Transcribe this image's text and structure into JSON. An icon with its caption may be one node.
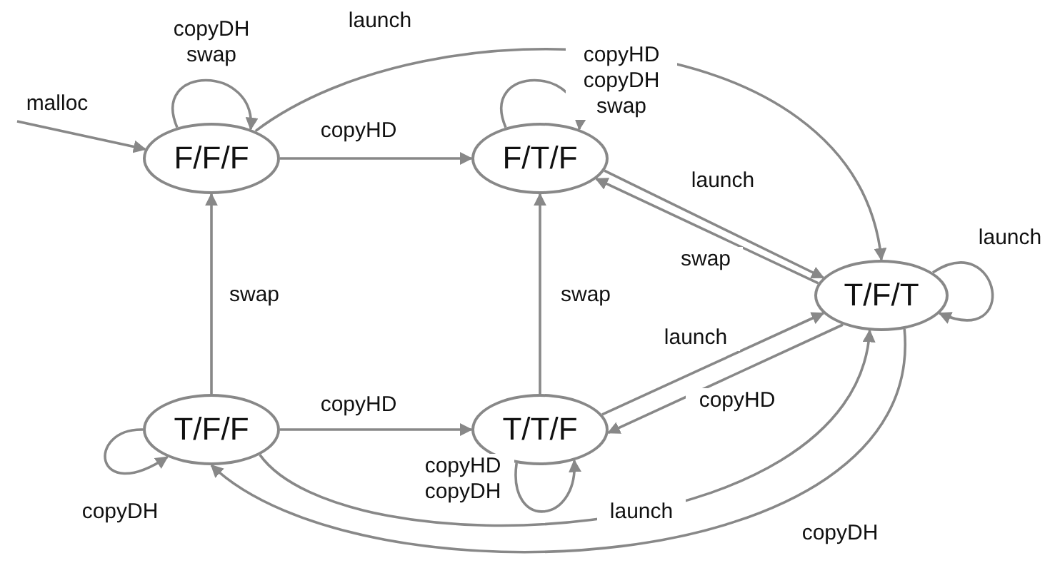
{
  "diagram": {
    "nodes": [
      {
        "text": [
          "F/F/F"
        ]
      },
      {
        "text": [
          "F/T/F"
        ]
      },
      {
        "text": [
          "T/F/T"
        ]
      },
      {
        "text": [
          "T/F/F"
        ]
      },
      {
        "text": [
          "T/T/F"
        ]
      }
    ],
    "edges": [
      {
        "from": null,
        "to": 0,
        "arrow": "to",
        "label": "malloc"
      },
      {
        "from": 0,
        "to": 0,
        "arrow": "to",
        "label": "copyDH swap"
      },
      {
        "from": 0,
        "to": 2,
        "arrow": "to",
        "label": "launch"
      },
      {
        "from": 0,
        "to": 1,
        "arrow": "to",
        "label": "copyHD"
      },
      {
        "from": 1,
        "to": 1,
        "arrow": "to",
        "label": "copyHD copyDH swap"
      },
      {
        "from": 1,
        "to": 2,
        "arrow": "to",
        "label": "launch"
      },
      {
        "from": 2,
        "to": 1,
        "arrow": "to",
        "label": "swap"
      },
      {
        "from": 2,
        "to": 2,
        "arrow": "to",
        "label": "launch"
      },
      {
        "from": 3,
        "to": 0,
        "arrow": "to",
        "label": "swap"
      },
      {
        "from": 4,
        "to": 1,
        "arrow": "to",
        "label": "swap"
      },
      {
        "from": 3,
        "to": 3,
        "arrow": "to",
        "label": "copyDH"
      },
      {
        "from": 3,
        "to": 4,
        "arrow": "to",
        "label": "copyHD"
      },
      {
        "from": 4,
        "to": 4,
        "arrow": "to",
        "label": "copyHD copyDH"
      },
      {
        "from": 4,
        "to": 2,
        "arrow": "to",
        "label": "launch"
      },
      {
        "from": 2,
        "to": 4,
        "arrow": "to",
        "label": "copyHD"
      },
      {
        "from": 3,
        "to": 2,
        "arrow": "to",
        "label": "launch"
      },
      {
        "from": 2,
        "to": 3,
        "arrow": "to",
        "label": "copyDH"
      }
    ]
  }
}
